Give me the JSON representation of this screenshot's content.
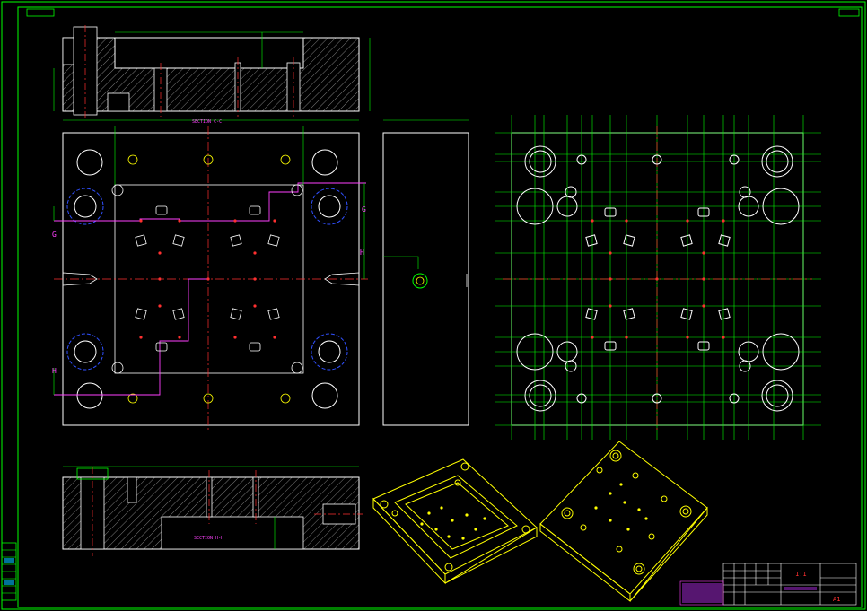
{
  "drawing": {
    "section_cc_label": "SECTION C-C",
    "section_hh_label": "SECTION H-H",
    "callout_g_top": "G",
    "callout_g_left": "G",
    "callout_h_right": "H",
    "callout_h_left": "H"
  },
  "title_block": {
    "scale_label": "1:1",
    "drawing_no": "A1"
  },
  "colors": {
    "background": "#000000",
    "frame": "#00ff00",
    "outline": "#ffffff",
    "centerline": "#ff3030",
    "hatch": "#a0a0a0",
    "dimension": "#00ff00",
    "hidden": "#3050ff",
    "parting": "#ff40ff",
    "iso_view": "#ffff00",
    "label": "#ff40ff"
  }
}
